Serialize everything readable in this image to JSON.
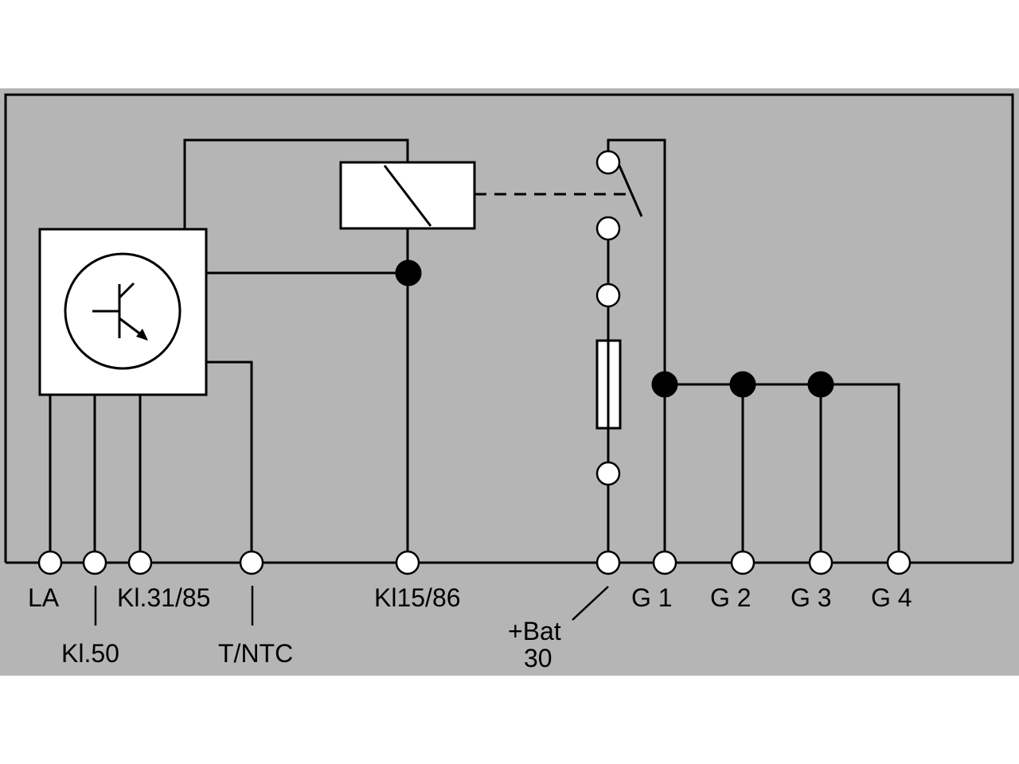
{
  "colors": {
    "page_background": "#ffffff",
    "diagram_background": "#b5b5b5",
    "line": "#000000",
    "component_fill": "#ffffff"
  },
  "components": {
    "control_unit": {
      "icon": "transistor-symbol-icon"
    },
    "relay": {
      "icon": "relay-coil-icon"
    },
    "switch_contact": {
      "icon": "switch-contact-icon"
    },
    "fuse": {
      "icon": "fuse-icon"
    }
  },
  "labels": {
    "la": "LA",
    "kl50": "Kl.50",
    "kl31_85": "Kl.31/85",
    "t_ntc": "T/NTC",
    "kl15_86": "Kl15/86",
    "bat_line1": "+Bat",
    "bat_line2": "30",
    "g1": "G 1",
    "g2": "G 2",
    "g3": "G 3",
    "g4": "G 4"
  }
}
